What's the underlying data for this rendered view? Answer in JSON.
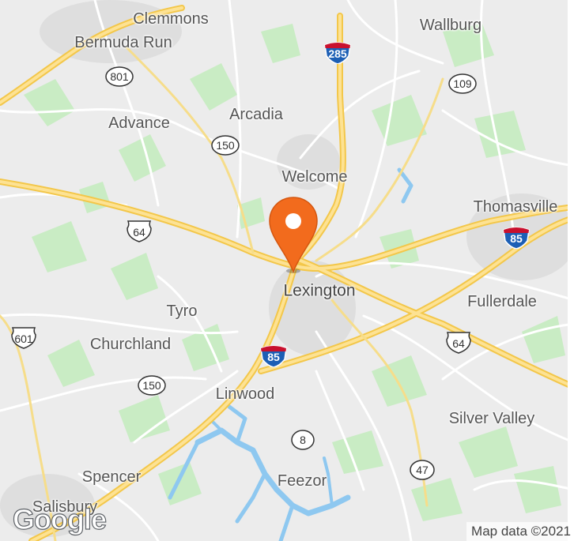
{
  "map": {
    "places": [
      {
        "id": "clemmons",
        "label": "Clemmons"
      },
      {
        "id": "bermuda-run",
        "label": "Bermuda Run"
      },
      {
        "id": "wallburg",
        "label": "Wallburg"
      },
      {
        "id": "advance",
        "label": "Advance"
      },
      {
        "id": "arcadia",
        "label": "Arcadia"
      },
      {
        "id": "welcome",
        "label": "Welcome"
      },
      {
        "id": "thomasville",
        "label": "Thomasville"
      },
      {
        "id": "lexington",
        "label": "Lexington"
      },
      {
        "id": "fullerdale",
        "label": "Fullerdale"
      },
      {
        "id": "tyro",
        "label": "Tyro"
      },
      {
        "id": "churchland",
        "label": "Churchland"
      },
      {
        "id": "linwood",
        "label": "Linwood"
      },
      {
        "id": "silver-valley",
        "label": "Silver Valley"
      },
      {
        "id": "spencer",
        "label": "Spencer"
      },
      {
        "id": "feezor",
        "label": "Feezor"
      },
      {
        "id": "salisbury",
        "label": "Salisbury"
      }
    ],
    "shields": [
      {
        "id": "i285",
        "type": "interstate",
        "number": "285"
      },
      {
        "id": "nc801",
        "type": "state",
        "number": "801"
      },
      {
        "id": "nc109",
        "type": "state",
        "number": "109"
      },
      {
        "id": "nc150-north",
        "type": "state",
        "number": "150"
      },
      {
        "id": "us64-west",
        "type": "us",
        "number": "64"
      },
      {
        "id": "i85-east",
        "type": "interstate",
        "number": "85"
      },
      {
        "id": "us601",
        "type": "us",
        "number": "601"
      },
      {
        "id": "i85-south",
        "type": "interstate",
        "number": "85"
      },
      {
        "id": "us64-east",
        "type": "us",
        "number": "64"
      },
      {
        "id": "nc150-south",
        "type": "state",
        "number": "150"
      },
      {
        "id": "nc8",
        "type": "state",
        "number": "8"
      },
      {
        "id": "nc47",
        "type": "state",
        "number": "47"
      }
    ],
    "marker": {
      "color": "#f26b1d",
      "dot_color": "#ffffff",
      "icon": "map-pin-icon"
    },
    "colors": {
      "land": "#ececec",
      "forest": "#c9ecc4",
      "water": "#8ec8f0",
      "highway": "#f7d25c",
      "minor_road": "#ffffff",
      "urban": "#dedede"
    }
  },
  "branding": {
    "logo": "Google",
    "attribution": "Map data ©2021"
  }
}
